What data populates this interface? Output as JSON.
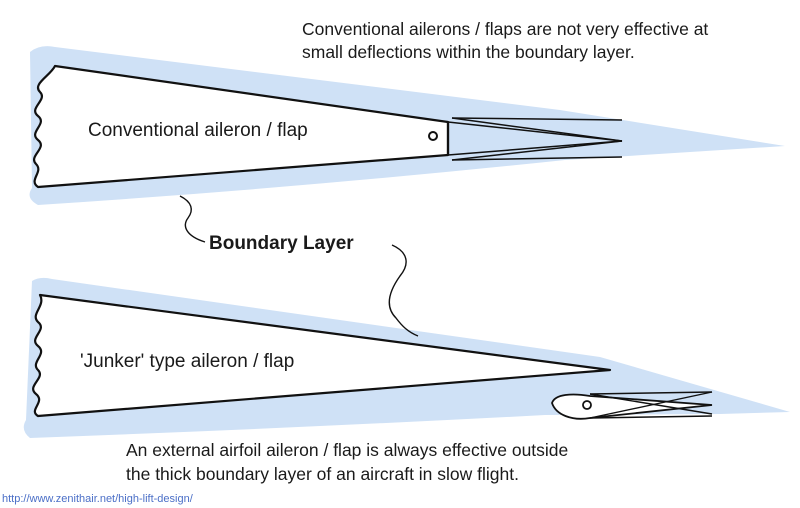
{
  "annotations": {
    "top_note_line1": "Conventional ailerons / flaps are not very effective at",
    "top_note_line2": "small deflections within the boundary layer.",
    "bottom_note_line1": "An external airfoil aileron / flap is always effective outside",
    "bottom_note_line2": "the thick boundary layer of an aircraft in slow flight."
  },
  "labels": {
    "conventional": "Conventional aileron / flap",
    "junker": "'Junker' type aileron / flap",
    "boundary_layer": "Boundary Layer"
  },
  "source_url": "http://www.zenithair.net/high-lift-design/",
  "colors": {
    "boundary_layer_fill": "#cfe1f6",
    "outline": "#111111",
    "link_text": "#4b6fc7"
  }
}
